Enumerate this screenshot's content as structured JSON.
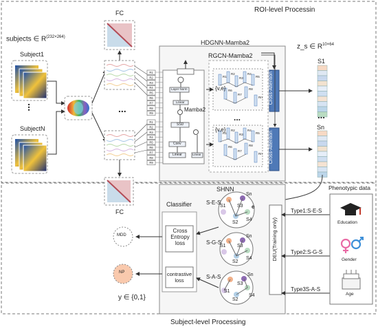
{
  "top": {
    "title": "ROI-level Processin",
    "subjects_label": "subjects ∈ R",
    "subjects_sup": "(232×264)",
    "subject1": "Subject1",
    "subjectN": "SubjectN",
    "fc_top": "FC",
    "fc_bottom": "FC",
    "hdgnn": "HDGNN-Mamba2",
    "rgcn": "RGCN-Mamba2",
    "zs_label": "z_s ∈ R",
    "zs_sup": "10×64",
    "s1": "S1",
    "sn": "Sn",
    "ve": "{v,e}",
    "cross_attention": "Cross-Attention",
    "mamba2": "Mamba2",
    "layer_norm": "Layer Norm",
    "linear": "Linear",
    "ssd": "SSD",
    "conv": "Conv",
    "roi_labels": [
      "R1",
      "R2",
      "R3",
      "R4",
      "R5",
      "R6",
      "R7",
      "R8",
      "R9"
    ],
    "graph_nodes": [
      "R1",
      "R2",
      "R3",
      "R4",
      "R5",
      "R6",
      "R7",
      "R8",
      "Rn"
    ],
    "dots": "..."
  },
  "bottom": {
    "title": "Subject-level Processing",
    "shnn": "SHNN",
    "classifier": "Classifier",
    "cross_entropy": "Cross\nEntropy\nloss",
    "contrastive": "contrastive\nloss",
    "mdd": "MDD",
    "np": "NP",
    "y_label": "y ∈ {0,1}",
    "deu": "DEU(Training only)",
    "hyper1": "S-E-S",
    "hyper2": "S-G-S",
    "hyper3": "S-A-S",
    "node_s1": "S1",
    "node_s2": "S2",
    "node_s3": "S3",
    "node_s4": "S4",
    "node_sn": "Sn",
    "edge_e": "e",
    "type1": "Type1:S-E-S",
    "type2": "Type2:S-G-S",
    "type3": "Type3S-A-S",
    "phenotypic": "Phenotypic data",
    "education": "Education",
    "gender": "Gender",
    "age": "Age"
  },
  "colors": {
    "stack": [
      "#f7d9c4",
      "#dfe8f3",
      "#c8d8ee",
      "#f2e2cf",
      "#e6eef8",
      "#cfdff1",
      "#f5e3d3",
      "#d7e4f3",
      "#bcd6ea",
      "#b9dcc2"
    ],
    "accent_blue": "#4f79b7",
    "np_fill": "#f9c9ad"
  }
}
